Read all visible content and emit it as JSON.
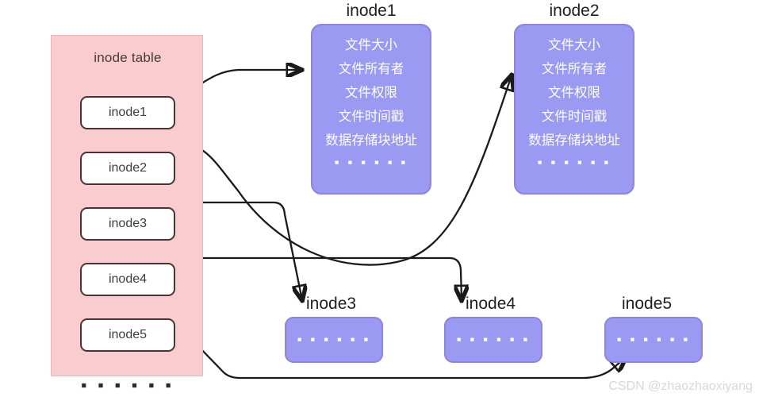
{
  "diagram": {
    "title_text": "inode table",
    "watermark": "CSDN @zhaozhaoxiyang",
    "ellipsis": "▪ ▪ ▪ ▪ ▪ ▪",
    "dots": "▪ ▪ ▪ ▪ ▪ ▪",
    "colors": {
      "panel_fill": "#f9ccd0",
      "panel_border": "#e8b6bb",
      "slot_fill": "#ffffff",
      "slot_border": "#4a3335",
      "card_fill": "#9a9af2",
      "card_border": "#8f84d8",
      "card_text": "#ffffff",
      "arrow": "#1a1a1a",
      "watermark": "#d8d8d8"
    }
  },
  "inode_table": {
    "label": "inode table",
    "slots": [
      {
        "label": "inode1"
      },
      {
        "label": "inode2"
      },
      {
        "label": "inode3"
      },
      {
        "label": "inode4"
      },
      {
        "label": "inode5"
      }
    ]
  },
  "detail_cards": [
    {
      "title": "inode1",
      "fields": [
        "文件大小",
        "文件所有者",
        "文件权限",
        "文件时间戳",
        "数据存储块地址"
      ],
      "more": "▪ ▪ ▪ ▪ ▪ ▪"
    },
    {
      "title": "inode2",
      "fields": [
        "文件大小",
        "文件所有者",
        "文件权限",
        "文件时间戳",
        "数据存储块地址"
      ],
      "more": "▪ ▪ ▪ ▪ ▪ ▪"
    }
  ],
  "small_cards": [
    {
      "title": "inode3",
      "more": "▪ ▪ ▪ ▪ ▪ ▪"
    },
    {
      "title": "inode4",
      "more": "▪ ▪ ▪ ▪ ▪ ▪"
    },
    {
      "title": "inode5",
      "more": "▪ ▪ ▪ ▪ ▪ ▪"
    }
  ]
}
